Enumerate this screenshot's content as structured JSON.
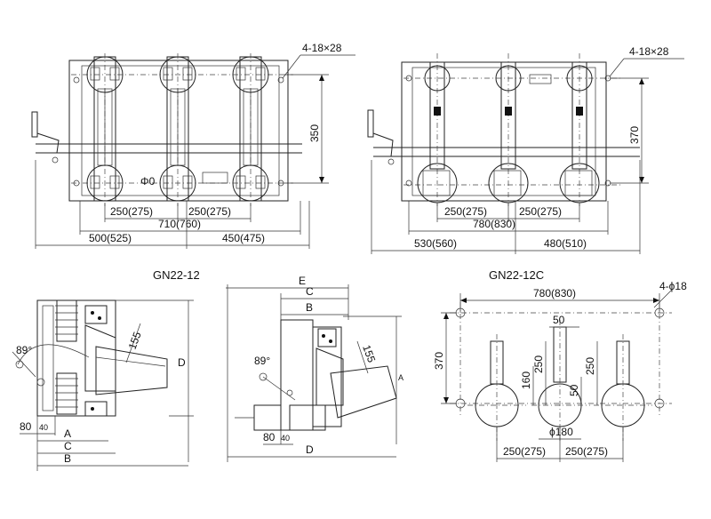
{
  "labels": {
    "model_left": "GN22-12",
    "model_right": "GN22-12C",
    "holes_left": "4-18×28",
    "holes_right": "4-18×28",
    "holes_plan": "4-ϕ18"
  },
  "front_left": {
    "height": "350",
    "pitch_a": "250(275)",
    "pitch_b": "250(275)",
    "width": "710(760)",
    "left": "500(525)",
    "right": "450(475)",
    "phi": "Φ0"
  },
  "front_right": {
    "height": "370",
    "pitch_a": "250(275)",
    "pitch_b": "250(275)",
    "width": "780(830)",
    "left": "530(560)",
    "right": "480(510)"
  },
  "side_left": {
    "angle": "89°",
    "radius": "155",
    "dim_d": "D",
    "dim_80": "80",
    "dim_40": "40",
    "dim_a": "A",
    "dim_c": "C",
    "dim_b": "B"
  },
  "side_mid": {
    "dim_e": "E",
    "dim_c": "C",
    "dim_b": "B",
    "angle": "89°",
    "radius": "155",
    "dim_a": "A",
    "dim_80": "80",
    "dim_40": "40",
    "dim_d": "D"
  },
  "plan": {
    "width": "780(830)",
    "dim_50_top": "50",
    "dim_250_v": "250",
    "dim_250_v2": "250",
    "height": "370",
    "dim_160": "160",
    "dim_50_mid": "50",
    "dim_180": "ϕ180",
    "pitch_a": "250(275)",
    "pitch_b": "250(275)"
  }
}
